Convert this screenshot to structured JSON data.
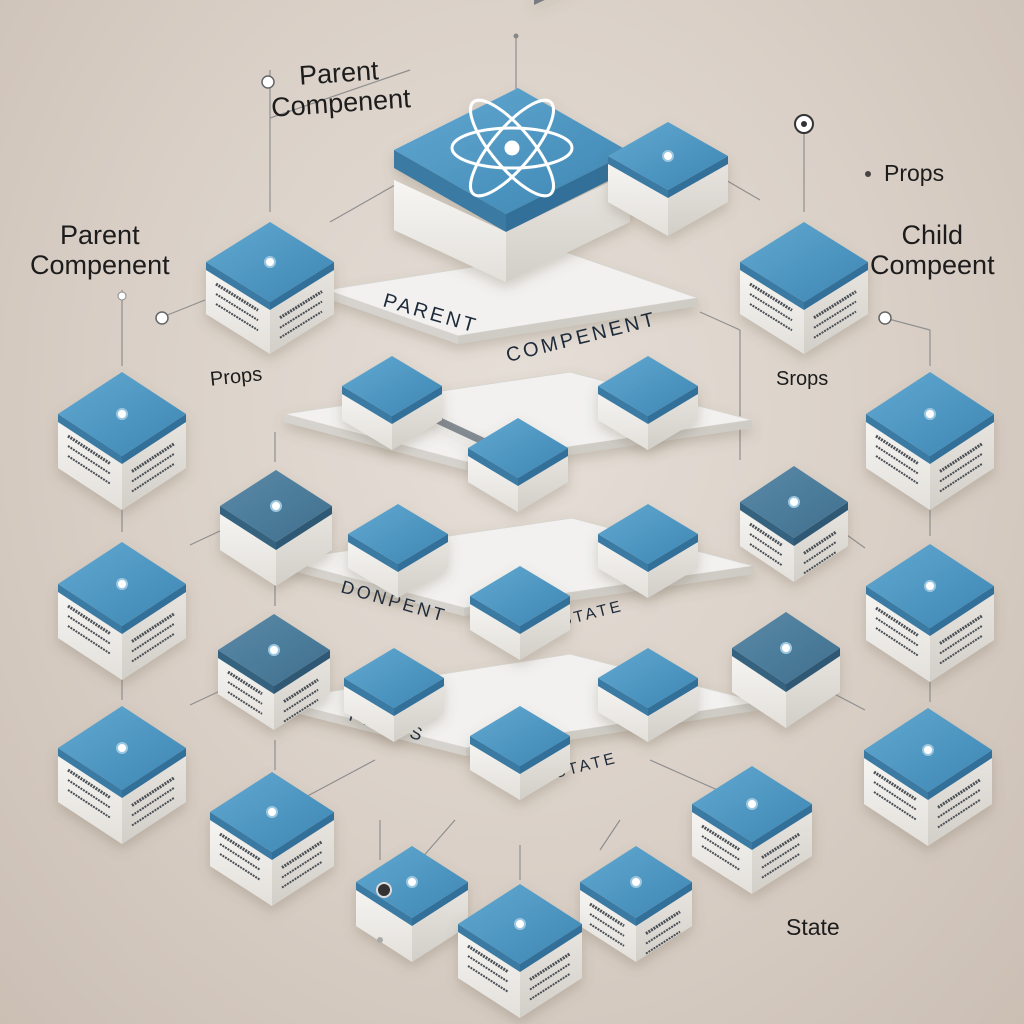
{
  "labels": {
    "top_parent": "Parent\nCompenent",
    "left_parent": "Parent\nCompenent",
    "props_top_right": "Props",
    "child_component": "Child\nCompeent",
    "props_left": "Props",
    "props_right": "Srops",
    "state_bottom_right": "State"
  },
  "platforms": {
    "level1_left": "PARENT",
    "level1_right": "COMPENENT",
    "level3_left": "DONPENT",
    "level3_right": "STATE",
    "level4_left": "PROPS",
    "level4_right": "STATE"
  },
  "colors": {
    "block_top": "#4f97c0",
    "block_side": "#f3f1ee",
    "platform": "#f2f1ef",
    "line": "#8f8f8f",
    "accent": "#5cb0d8"
  },
  "icons": {
    "top_logo": "atom-icon"
  }
}
